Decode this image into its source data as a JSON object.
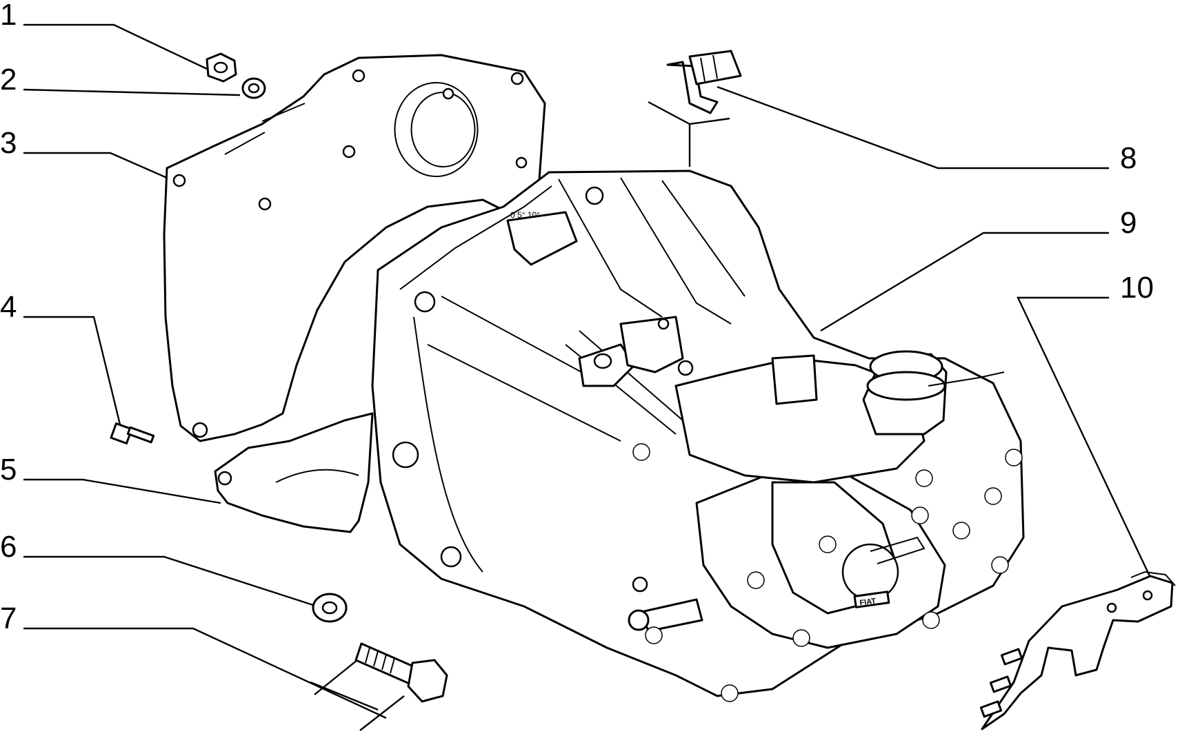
{
  "callouts": [
    {
      "label": "1"
    },
    {
      "label": "2"
    },
    {
      "label": "3"
    },
    {
      "label": "4"
    },
    {
      "label": "5"
    },
    {
      "label": "6"
    },
    {
      "label": "7"
    },
    {
      "label": "8"
    },
    {
      "label": "9"
    },
    {
      "label": "10"
    }
  ],
  "housing_markings": {
    "scale": "0  5°  10°",
    "logo": "FIAT"
  },
  "colors": {
    "ink": "#000000",
    "paper": "#ffffff"
  }
}
